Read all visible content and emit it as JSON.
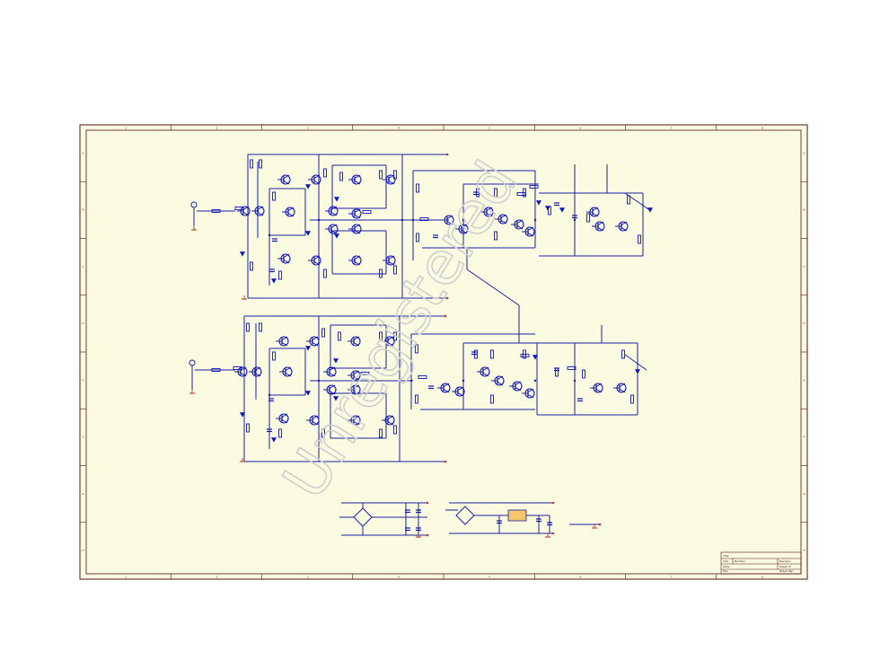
{
  "sheet": {
    "background": "#ffffff",
    "paper_color": "#fbfbe2",
    "frame_color": "#5a1010",
    "wire_color": "#1b1fa8",
    "part_color": "#0d14b8",
    "power_color": "#c0392b",
    "zone_letters": [
      "A",
      "B",
      "C",
      "D",
      "E",
      "F",
      "G",
      "H"
    ],
    "zone_numbers": [
      "1",
      "2",
      "3",
      "4",
      "5",
      "6",
      "7",
      "8"
    ]
  },
  "watermark": {
    "text": "Unregistered",
    "color": "#c9c9c9"
  },
  "title_block": {
    "title": "Title",
    "size_label": "Size",
    "number_label": "Number",
    "revision_label": "Revision",
    "date_label": "Date:",
    "file_label": "File:",
    "sheet_label": "Sheet of",
    "drawn_by_label": "Drawn By:"
  }
}
